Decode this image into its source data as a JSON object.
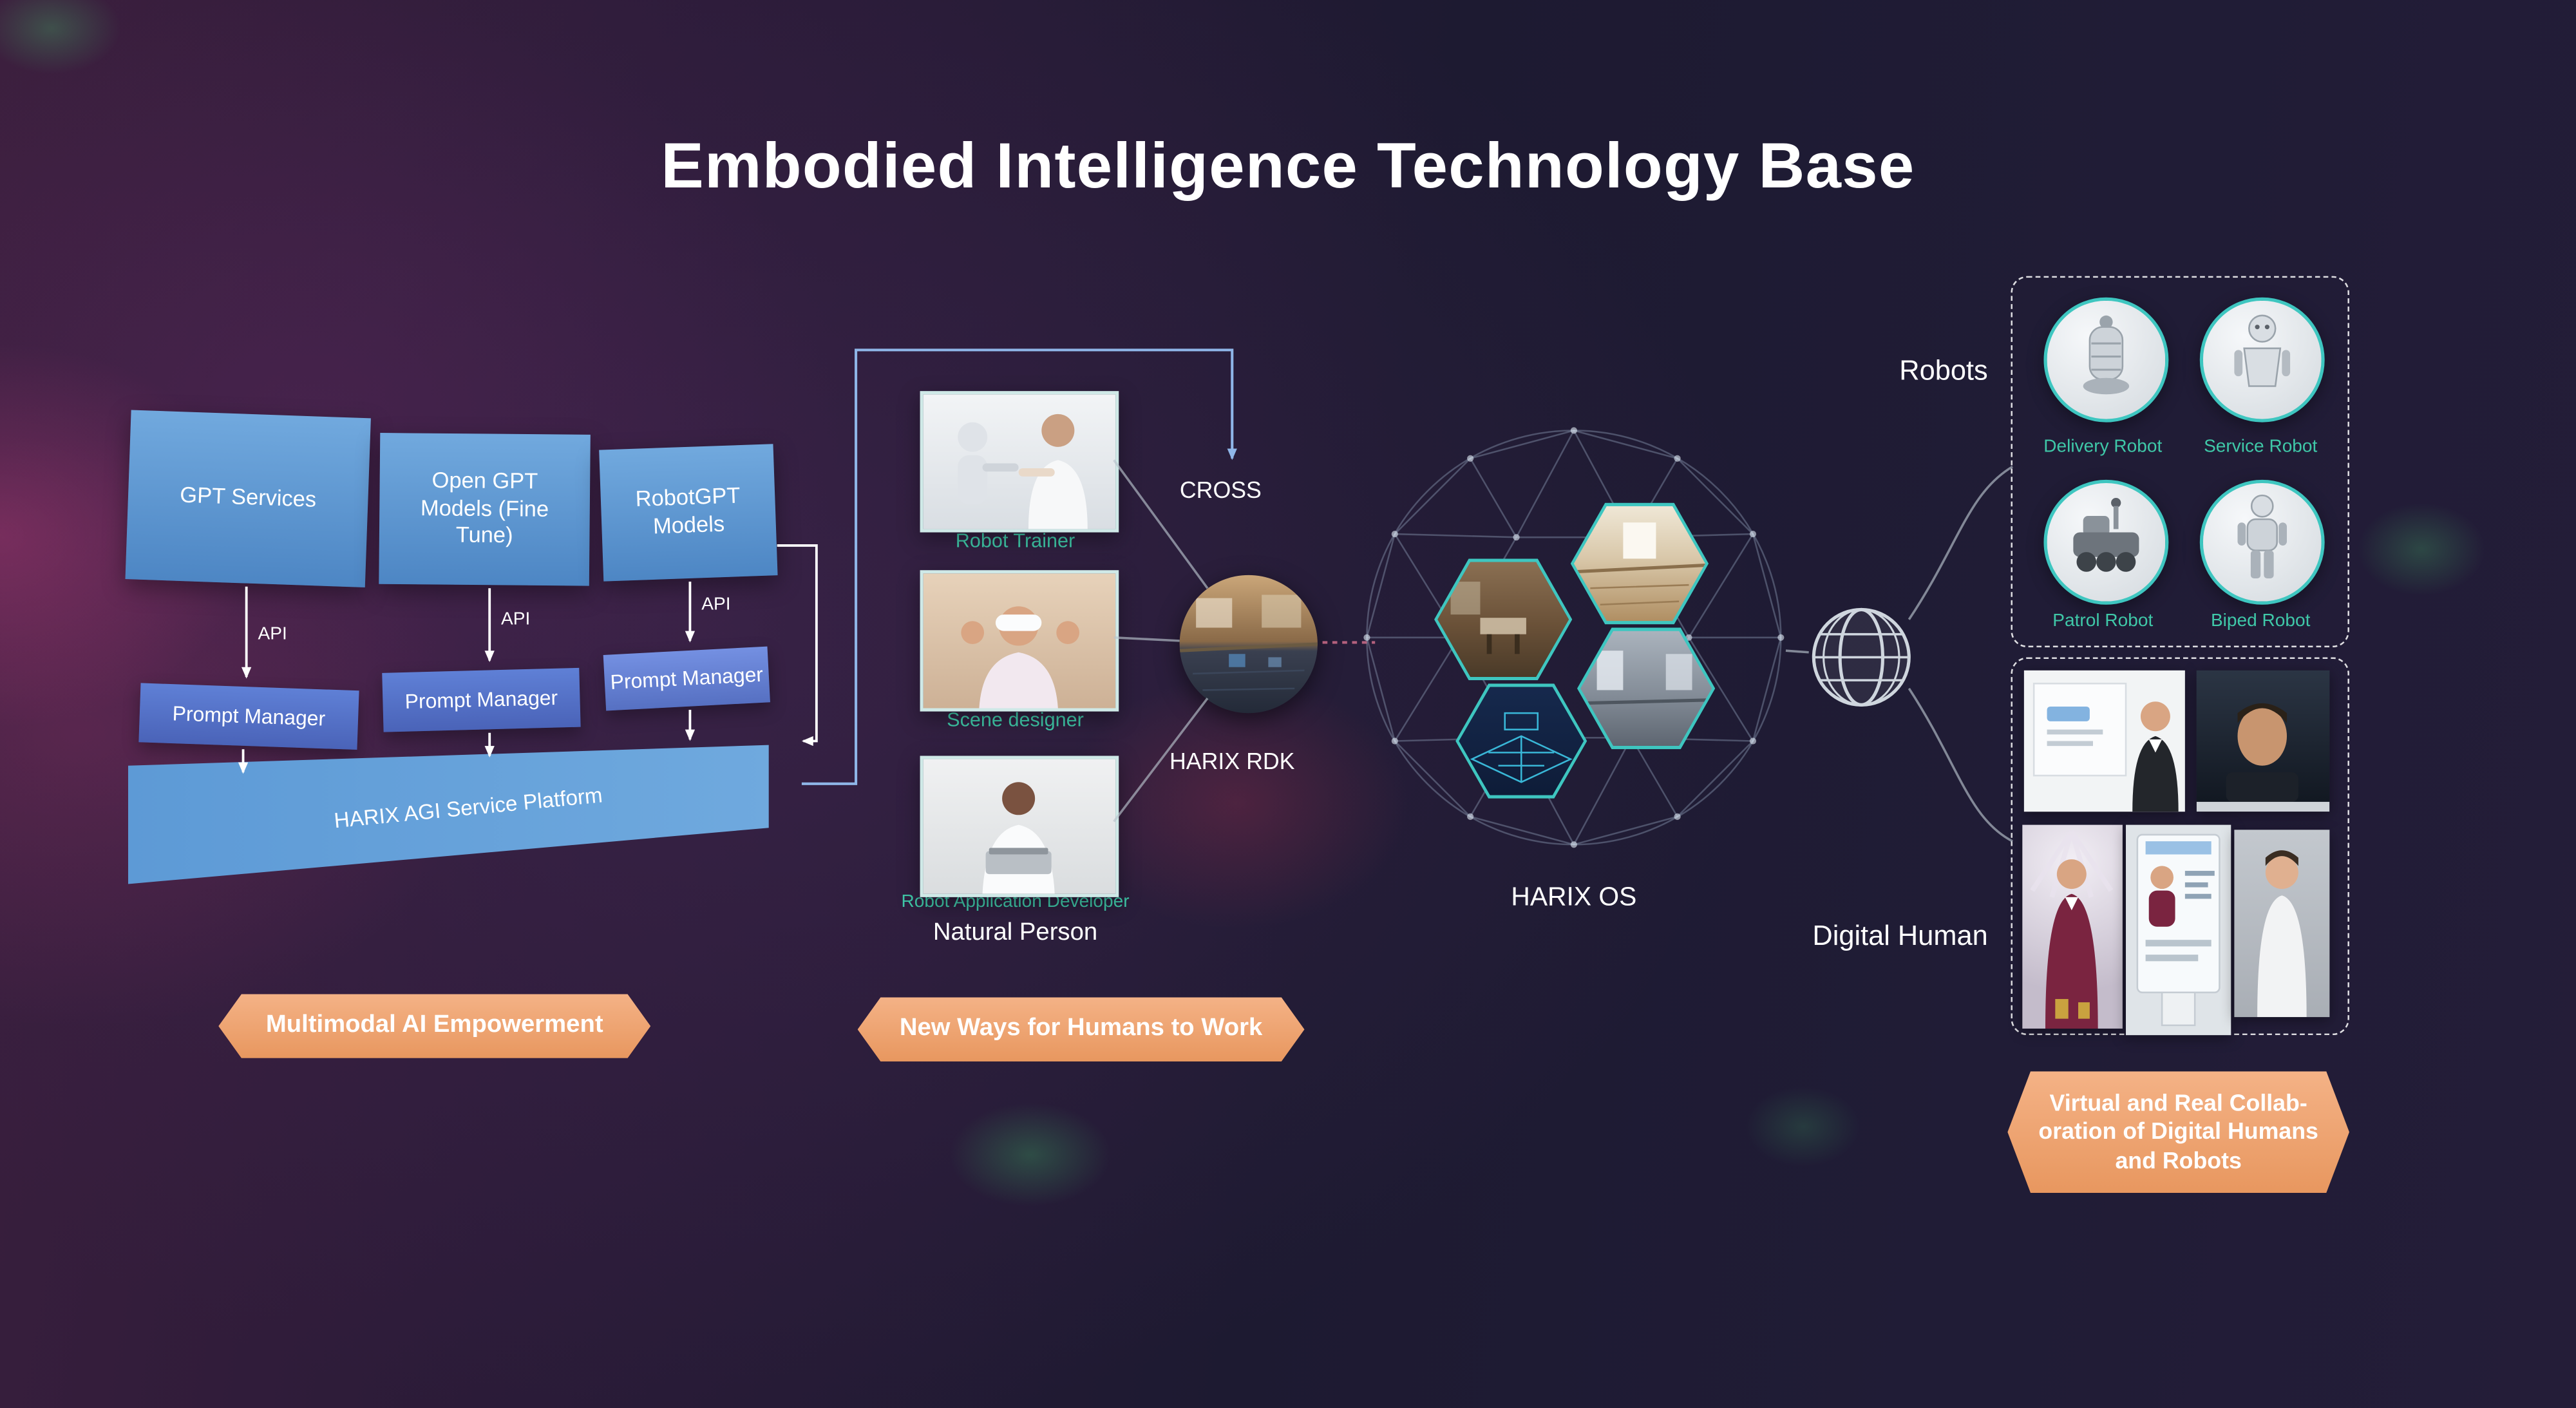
{
  "title": "Embodied Intelligence Technology Base",
  "colors": {
    "accent_teal": "#3ec6c0",
    "label_teal": "#3fc8a8",
    "box_blue": "#5b9bd5",
    "prompt_blue": "#5470cf",
    "banner_orange": "#eda06f",
    "line_blue": "#8fb6e8"
  },
  "gpt_stack": {
    "boxes": [
      {
        "label": "GPT Services"
      },
      {
        "label": "Open GPT Models (Fine Tune)"
      },
      {
        "label": "RobotGPT Models"
      }
    ],
    "api_label": "API",
    "prompt_manager_label": "Prompt Manager",
    "platform_label": "HARIX AGI Service Platform"
  },
  "natural_person": {
    "cards": [
      {
        "label": "Robot Trainer"
      },
      {
        "label": "Scene designer"
      },
      {
        "label": "Robot Application Developer"
      }
    ],
    "caption": "Natural Person"
  },
  "middle": {
    "cross": "CROSS",
    "harix_rdk": "HARIX RDK",
    "harix_os": "HARIX OS"
  },
  "robots": {
    "title": "Robots",
    "items": [
      {
        "label": "Delivery Robot"
      },
      {
        "label": "Service Robot"
      },
      {
        "label": "Patrol Robot"
      },
      {
        "label": "Biped Robot"
      }
    ]
  },
  "digital_human": {
    "title": "Digital Human"
  },
  "banners": {
    "left": "Multimodal AI Empowerment",
    "middle": "New Ways for Humans to Work",
    "right_lines": [
      "Virtual and Real Collab-",
      "oration of Digital Humans",
      "and Robots"
    ]
  }
}
